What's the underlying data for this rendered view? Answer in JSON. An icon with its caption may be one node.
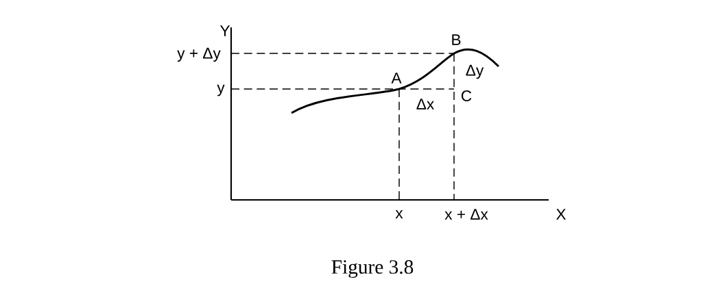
{
  "diagram": {
    "caption": "Figure 3.8",
    "labels": [
      "Y",
      "y + Δy",
      "y",
      "B",
      "A",
      "Δy",
      "C",
      "Δx",
      "x",
      "x + Δx",
      "X"
    ]
  }
}
